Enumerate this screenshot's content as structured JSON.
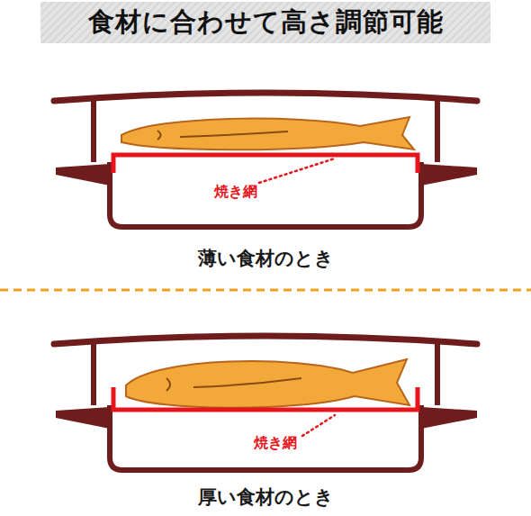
{
  "diagram": {
    "title": "食材に合わせて高さ調節可能",
    "labels": [
      "焼き網",
      "薄い食材のとき",
      "焼き網",
      "厚い食材のとき"
    ]
  }
}
